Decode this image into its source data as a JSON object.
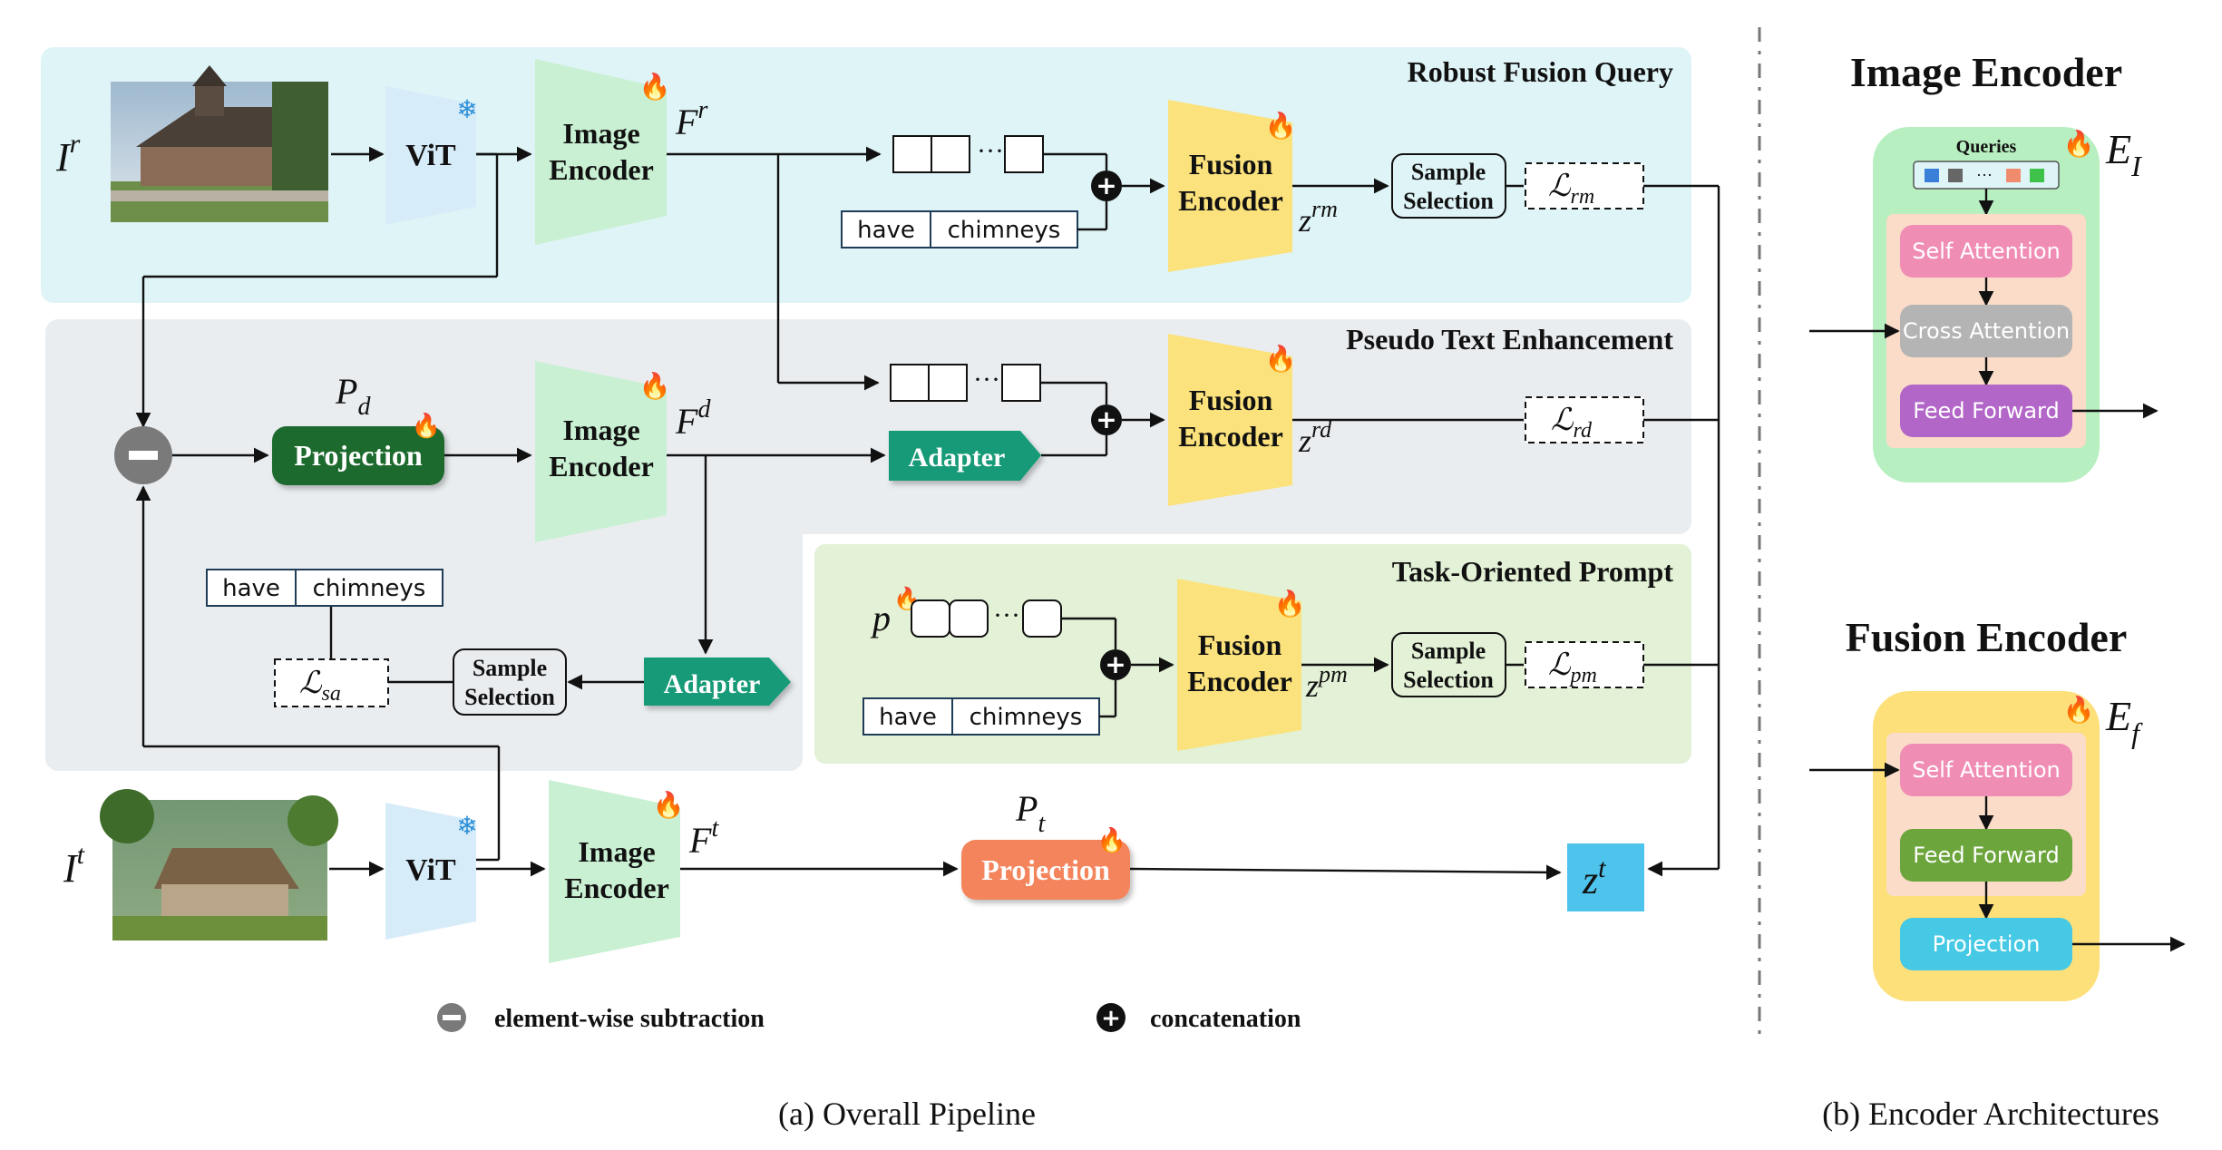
{
  "panel_a": {
    "caption": "(a) Overall Pipeline",
    "sections": {
      "robust_fusion_query": "Robust Fusion Query",
      "pseudo_text_enhancement": "Pseudo Text Enhancement",
      "task_oriented_prompt": "Task-Oriented Prompt"
    },
    "inputs": {
      "reference": "I",
      "reference_sup": "r",
      "target": "I",
      "target_sup": "t"
    },
    "vit": "ViT",
    "image_encoder_line1": "Image",
    "image_encoder_line2": "Encoder",
    "fusion_encoder_line1": "Fusion",
    "fusion_encoder_line2": "Encoder",
    "sample_selection_line1": "Sample",
    "sample_selection_line2": "Selection",
    "features": {
      "fr": "F",
      "fr_sup": "r",
      "fd": "F",
      "fd_sup": "d",
      "ft": "F",
      "ft_sup": "t"
    },
    "outputs": {
      "zrm": "z",
      "zrm_sup": "rm",
      "zrd": "z",
      "zrd_sup": "rd",
      "zpm": "z",
      "zpm_sup": "pm",
      "zt": "z",
      "zt_sup": "t"
    },
    "losses": {
      "rm": "rm",
      "rd": "rd",
      "pm": "pm",
      "sa": "sa",
      "symbol": "ℒ"
    },
    "text_tokens": [
      "have",
      "chimneys"
    ],
    "ellipsis": "···",
    "projection": "Projection",
    "adapter": "Adapter",
    "pd": "P",
    "pd_sub": "d",
    "pt": "P",
    "pt_sub": "t",
    "prompt": "p",
    "legend": {
      "subtraction": "element-wise subtraction",
      "concatenation": "concatenation"
    },
    "colors": {
      "robust_bg": "#dff4f7",
      "pseudo_bg": "#eaedf0",
      "task_bg": "#e3f1d6",
      "vit": "#d7ecf9",
      "image_encoder": "#c9f0d2",
      "fusion_encoder": "#fbe27c",
      "projection_d": "#1e6b2d",
      "projection_t": "#f4845b",
      "adapter": "#159a77",
      "zt": "#4ec3ec"
    }
  },
  "panel_b": {
    "caption": "(b) Encoder Architectures",
    "image_encoder_title": "Image Encoder",
    "fusion_encoder_title": "Fusion Encoder",
    "ei": "E",
    "ei_sub": "I",
    "ef": "E",
    "ef_sub": "f",
    "queries": "Queries",
    "image_layers": [
      "Self Attention",
      "Cross Attention",
      "Feed Forward"
    ],
    "fusion_layers": [
      "Self Attention",
      "Feed Forward",
      "Projection"
    ],
    "colors": {
      "image_outer": "#b7efc0",
      "fusion_outer": "#fde07a",
      "inner": "#fbdcc9",
      "self_attention": "#f08db5",
      "cross_attention": "#b4b4b4",
      "feed_forward_i": "#b266c8",
      "feed_forward_f": "#6ba53b",
      "projection": "#46c9e4"
    }
  }
}
